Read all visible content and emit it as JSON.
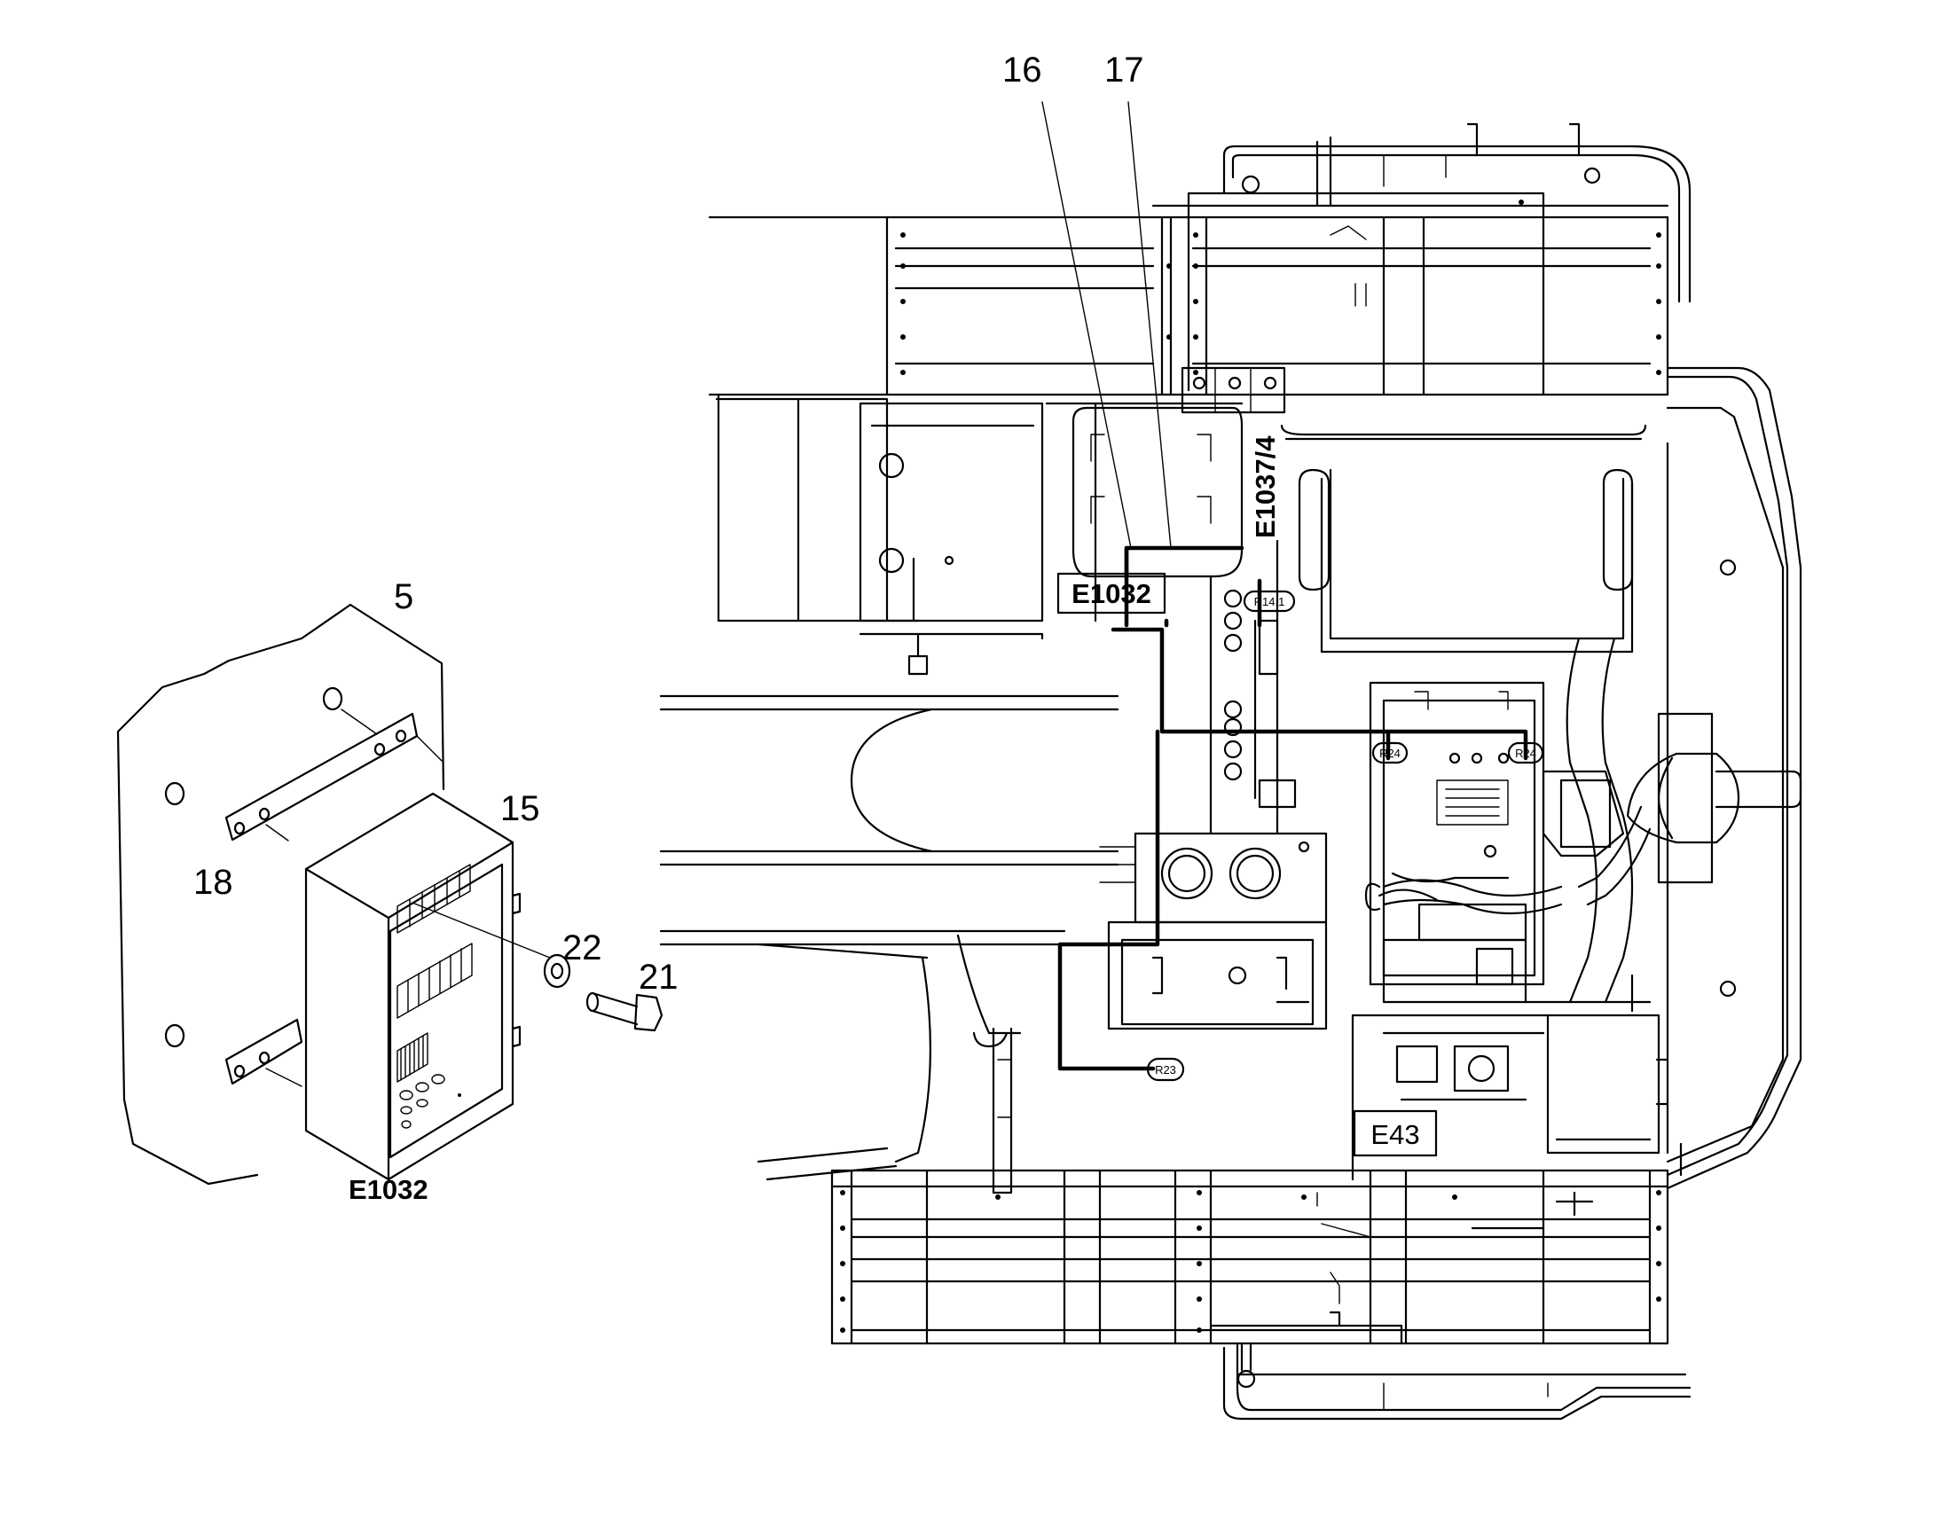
{
  "callouts": {
    "c16": "16",
    "c17": "17",
    "c5": "5",
    "c15": "15",
    "c18": "18",
    "c22": "22",
    "c21": "21"
  },
  "labels": {
    "e1032_detail": "E1032",
    "e1032_box": "E1032",
    "e1037_4": "E1037/4",
    "e43": "E43"
  },
  "connectors": {
    "r14": "R14.1",
    "r24_left": "R24",
    "r24_right": "R24",
    "r23": "R23"
  }
}
